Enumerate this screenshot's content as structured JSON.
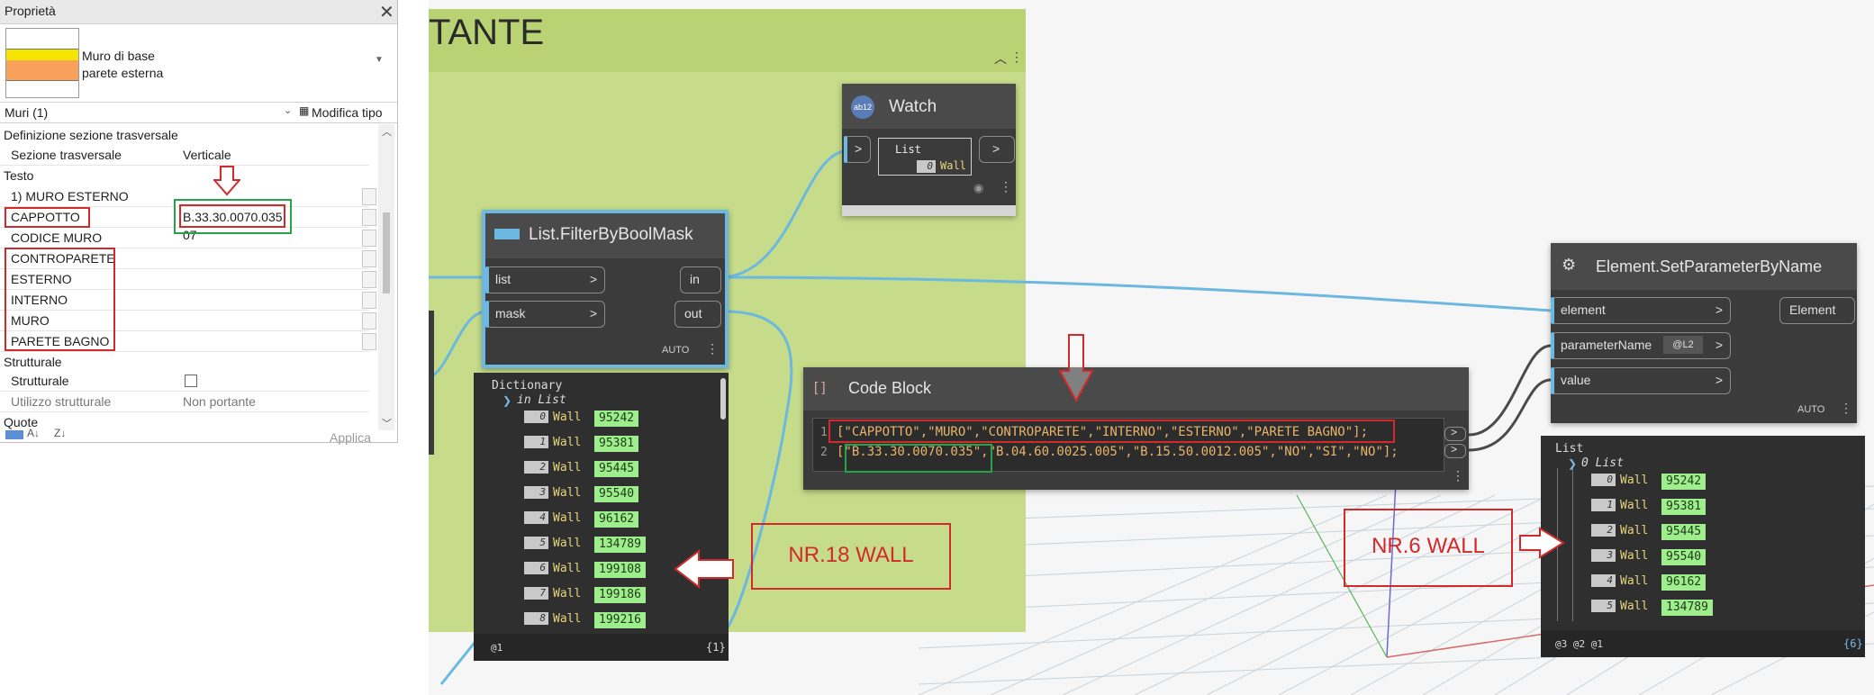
{
  "properties": {
    "title": "Proprietà",
    "type_line1": "Muro di base",
    "type_line2": "parete esterna",
    "instances": "Muri (1)",
    "edit_type": "Modifica tipo",
    "section_group": "Definizione sezione trasversale",
    "section_label": "Sezione trasversale",
    "section_value": "Verticale",
    "text_group": "Testo",
    "text_rows": [
      {
        "label": "1) MURO ESTERNO",
        "value": ""
      },
      {
        "label": "CAPPOTTO",
        "value": "B.33.30.0070.035"
      },
      {
        "label": "CODICE MURO",
        "value": "07"
      },
      {
        "label": "CONTROPARETE",
        "value": ""
      },
      {
        "label": "ESTERNO",
        "value": ""
      },
      {
        "label": "INTERNO",
        "value": ""
      },
      {
        "label": "MURO",
        "value": ""
      },
      {
        "label": "PARETE BAGNO",
        "value": ""
      }
    ],
    "struct_group": "Strutturale",
    "struct_label": "Strutturale",
    "usage_label": "Utilizzo strutturale",
    "usage_value": "Non portante",
    "quote_group": "Quote",
    "apply_label": "Applica",
    "colors": {
      "swatch_yellow": "#f5e400",
      "swatch_orange": "#f9a15a"
    }
  },
  "group": {
    "title_fragment": "TANTE"
  },
  "watch_node": {
    "title": "Watch",
    "icon_text": "ab12",
    "list_label": "List",
    "item_index": "0",
    "item_text": "Wall"
  },
  "filter_node": {
    "title": "List.FilterByBoolMask",
    "in_ports": [
      "list",
      "mask"
    ],
    "out_ports": [
      "in",
      "out"
    ],
    "lacing": "AUTO"
  },
  "dictionary_watch": {
    "header": "Dictionary",
    "sub": "in List",
    "items": [
      {
        "i": "0",
        "t": "Wall",
        "v": "95242"
      },
      {
        "i": "1",
        "t": "Wall",
        "v": "95381"
      },
      {
        "i": "2",
        "t": "Wall",
        "v": "95445"
      },
      {
        "i": "3",
        "t": "Wall",
        "v": "95540"
      },
      {
        "i": "4",
        "t": "Wall",
        "v": "96162"
      },
      {
        "i": "5",
        "t": "Wall",
        "v": "134789"
      },
      {
        "i": "6",
        "t": "Wall",
        "v": "199108"
      },
      {
        "i": "7",
        "t": "Wall",
        "v": "199186"
      },
      {
        "i": "8",
        "t": "Wall",
        "v": "199216"
      }
    ],
    "footer_left": "@1",
    "footer_right": "{1}"
  },
  "code_block": {
    "title": "Code Block",
    "line1_no": "1",
    "line1": "[\"CAPPOTTO\",\"MURO\",\"CONTROPARETE\",\"INTERNO\",\"ESTERNO\",\"PARETE BAGNO\"];",
    "line2_no": "2",
    "line2": "[\"B.33.30.0070.035\",\"B.04.60.0025.005\",\"B.15.50.0012.005\",\"NO\",\"SI\",\"NO\"];"
  },
  "setparam_node": {
    "title": "Element.SetParameterByName",
    "in_ports": [
      "element",
      "parameterName",
      "value"
    ],
    "param_badge": "@L2",
    "output": "Element",
    "lacing": "AUTO"
  },
  "list_watch": {
    "header": "List",
    "sub": "0 List",
    "items": [
      {
        "i": "0",
        "t": "Wall",
        "v": "95242"
      },
      {
        "i": "1",
        "t": "Wall",
        "v": "95381"
      },
      {
        "i": "2",
        "t": "Wall",
        "v": "95445"
      },
      {
        "i": "3",
        "t": "Wall",
        "v": "95540"
      },
      {
        "i": "4",
        "t": "Wall",
        "v": "96162"
      },
      {
        "i": "5",
        "t": "Wall",
        "v": "134789"
      }
    ],
    "footer_left": "@3 @2 @1",
    "footer_right": "{6}"
  },
  "annotations": {
    "nr18": "NR.18 WALL",
    "nr6": "NR.6 WALL"
  },
  "colors": {
    "wire": "#6cb8e0",
    "annotation_red": "#d22a2a",
    "annotation_green": "#27a34a",
    "value_green": "#9fee8e"
  }
}
